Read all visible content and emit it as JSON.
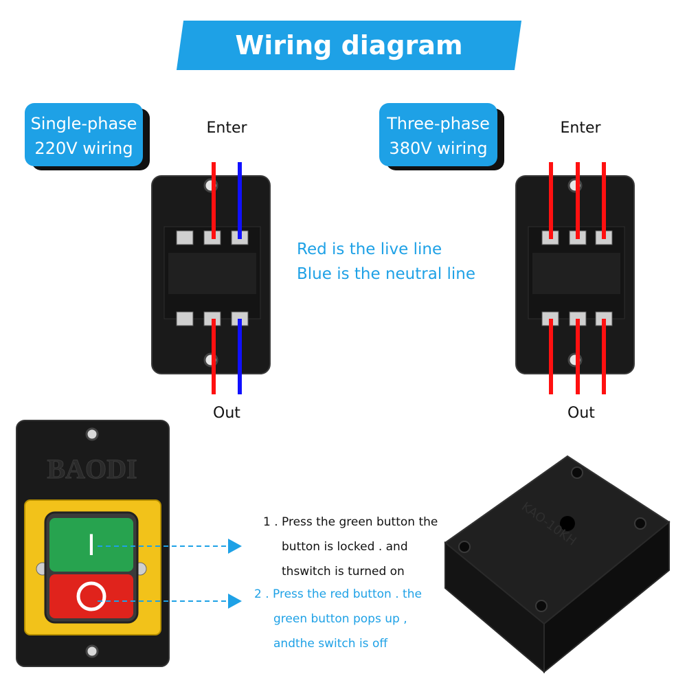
{
  "banner": {
    "title": "Wiring diagram"
  },
  "single_phase": {
    "tag_line1": "Single-phase",
    "tag_line2": "220V wiring",
    "enter": "Enter",
    "out": "Out"
  },
  "three_phase": {
    "tag_line1": "Three-phase",
    "tag_line2": "380V wiring",
    "enter": "Enter",
    "out": "Out"
  },
  "legend": {
    "red": "Red is the live line",
    "blue": "Blue is the neutral line"
  },
  "switch": {
    "brand": "BAODI",
    "on_symbol": "I"
  },
  "instructions": {
    "step1_line1": "1 . Press the green button the",
    "step1_line2": "button is locked . and",
    "step1_line3": "thswitch is turned on",
    "step2_line1": "2 . Press the red button . the",
    "step2_line2": "green button pops up ,",
    "step2_line3": "andthe switch is off"
  },
  "enclosure": {
    "model": "KAO-10KH"
  },
  "colors": {
    "accent": "#1ea1e6",
    "live": "#ff1010",
    "neutral": "#1010ff",
    "housing": "#1a1a1a",
    "bezel": "#f2c21a",
    "green_button": "#27a34f",
    "red_button": "#e0231c"
  }
}
